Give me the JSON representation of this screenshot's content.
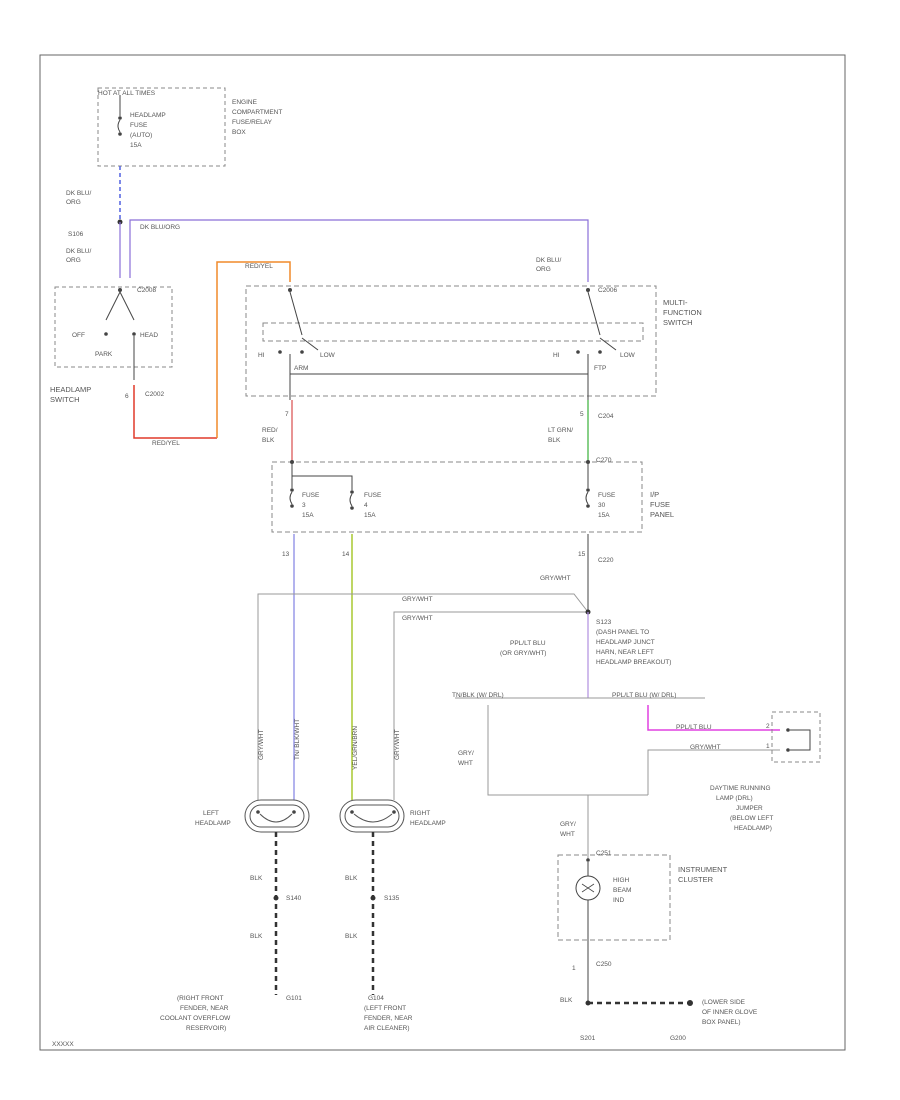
{
  "colors": {
    "blue": "#5060e0",
    "purple": "#8a6fd8",
    "orange": "#f08a2a",
    "red": "#e03a2a",
    "pink_purple": "#d080c0",
    "green": "#60c060",
    "yellow_green": "#a8c830",
    "magenta": "#e040e0",
    "line": "#444444",
    "dash": "#888888"
  },
  "labels": {
    "hot_at_all_times": "HOT AT ALL TIMES",
    "headlamp_fuse_l1": "HEADLAMP",
    "headlamp_fuse_l2": "FUSE",
    "headlamp_fuse_l3": "(AUTO)",
    "headlamp_fuse_l4": "15A",
    "engine_box_l1": "ENGINE",
    "engine_box_l2": "COMPARTMENT",
    "engine_box_l3": "FUSE/RELAY",
    "engine_box_l4": "BOX",
    "wire_dk_blu_org_1a": "DK BLU/",
    "wire_dk_blu_org_1b": "ORG",
    "splice_s106": "S106",
    "wire_dk_blu_org_2a": "DK BLU/",
    "wire_dk_blu_org_2b": "ORG",
    "top_wire": "DK BLU/ORG",
    "conn_c2008": "C2008",
    "hs_off": "OFF",
    "hs_head": "HEAD",
    "hs_park": "PARK",
    "hs_name_l1": "HEADLAMP",
    "hs_name_l2": "SWITCH",
    "conn_c2002": "C2002",
    "pin_6": "6",
    "red_yel_top": "RED/YEL",
    "red_yel_bottom": "RED/YEL",
    "mfs_wire_a": "DK BLU/",
    "mfs_wire_b": "ORG",
    "conn_c2006": "C2006",
    "mfs_l1": "MULTI-",
    "mfs_l2": "FUNCTION",
    "mfs_l3": "SWITCH",
    "hi_left": "HI",
    "low_left": "LOW",
    "hi_right": "HI",
    "low_right": "LOW",
    "pos_a": "ARM",
    "pos_b": "FTP",
    "pin_7": "7",
    "red_blk_a": "RED/",
    "red_blk_b": "BLK",
    "conn_c204": "C204",
    "pin_5": "5",
    "lt_grn_blk_a": "LT GRN/",
    "lt_grn_blk_b": "BLK",
    "conn_c270": "C270",
    "ip_fuse_l1": "I/P",
    "ip_fuse_l2": "FUSE",
    "ip_fuse_l3": "PANEL",
    "fuse3_l1": "FUSE",
    "fuse3_l2": "3",
    "fuse3_l3": "15A",
    "fuse4_l1": "FUSE",
    "fuse4_l2": "4",
    "fuse4_l3": "15A",
    "fuse30_l1": "FUSE",
    "fuse30_l2": "30",
    "fuse30_l3": "15A",
    "pin_13": "13",
    "pin_14": "14",
    "pin_15": "15",
    "conn_c220": "C220",
    "gry_wht_1": "GRY/WHT",
    "gry_wht_2": "GRY/WHT",
    "gry_wht_3": "GRY/WHT",
    "s123": "S123",
    "s123_d1": "(DASH PANEL TO",
    "s123_d2": "HEADLAMP JUNCT",
    "s123_d3": "HARN, NEAR LEFT",
    "s123_d4": "HEADLAMP BREAKOUT)",
    "ppl_lt_blu_a": "PPL/LT BLU",
    "ppl_lt_blu_b": "(OR GRY/WHT)",
    "tn_blk_wht": "TN/BLK (W/ DRL)",
    "ppl_lt_blu_c": "PPL/LT BLU (W/ DRL)",
    "ppl_lt_blu_d": "PPL/LT BLU",
    "gry_wht_4": "GRY/WHT",
    "gry_wht_5a": "GRY/",
    "gry_wht_5b": "WHT",
    "pin_j1": "1",
    "pin_j2": "2",
    "drl_l1": "DAYTIME RUNNING",
    "drl_l2": "LAMP (DRL)",
    "drl_l3": "JUMPER",
    "drl_l4": "(BELOW LEFT",
    "drl_l5": "HEADLAMP)",
    "vert_gry_wht_1": "GRY/WHT",
    "vert_tn_blk": "TN/ BLK/WHT",
    "vert_yel_grn": "YEL/GRN/BRN",
    "vert_gry_wht_2": "GRY/WHT",
    "left_headlamp_a": "LEFT",
    "left_headlamp_b": "HEADLAMP",
    "right_headlamp_a": "RIGHT",
    "right_headlamp_b": "HEADLAMP",
    "gry_wht_6a": "GRY/",
    "gry_wht_6b": "WHT",
    "conn_c251": "C251",
    "ic_l1": "INSTRUMENT",
    "ic_l2": "CLUSTER",
    "hb_l1": "HIGH",
    "hb_l2": "BEAM",
    "hb_l3": "IND",
    "blk_1": "BLK",
    "blk_2": "BLK",
    "blk_3": "BLK",
    "blk_4": "BLK",
    "blk_5": "BLK",
    "s140": "S140",
    "s135": "S135",
    "g101": "G101",
    "g104": "G104",
    "g101_d1": "(RIGHT FRONT",
    "g101_d2": "FENDER, NEAR",
    "g101_d3": "COOLANT OVERFLOW",
    "g101_d4": "RESERVOIR)",
    "g104_d1": "(LEFT FRONT",
    "g104_d2": "FENDER, NEAR",
    "g104_d3": "AIR CLEANER)",
    "pin_1": "1",
    "conn_c250": "C250",
    "s201": "S201",
    "g200": "G200",
    "g200_d1": "(LOWER SIDE",
    "g200_d2": "OF INNER GLOVE",
    "g200_d3": "BOX PANEL)",
    "figure_id": "XXXXX"
  }
}
